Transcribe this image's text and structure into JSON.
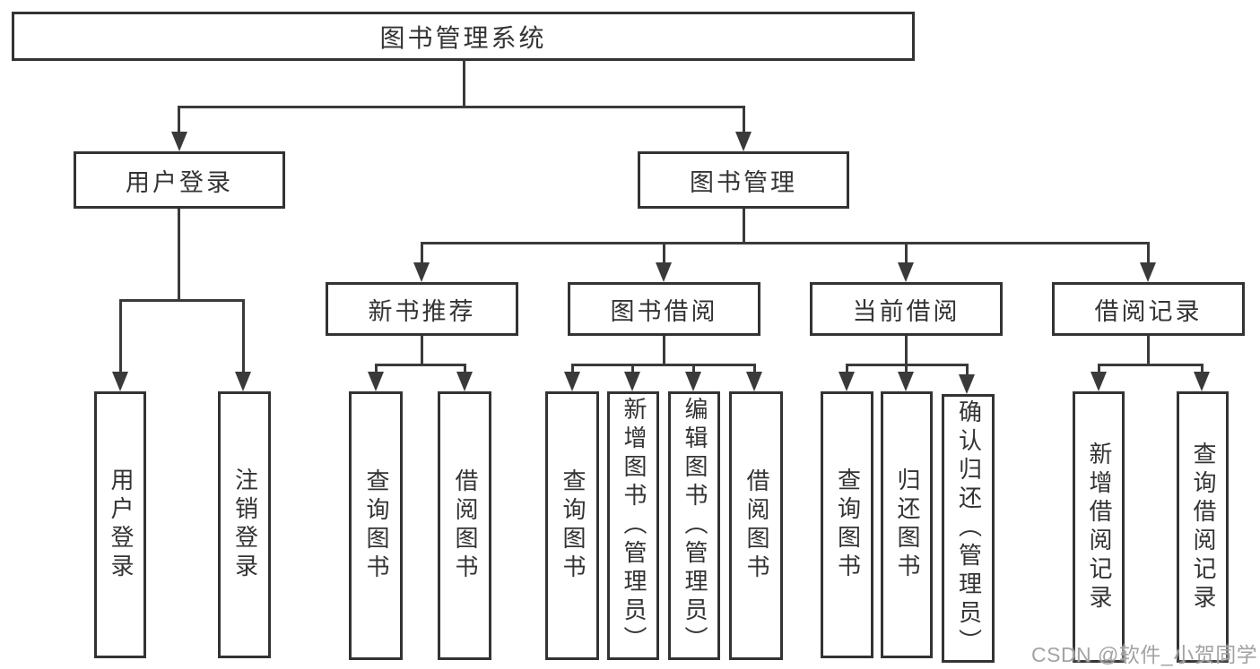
{
  "diagram": {
    "root": "图书管理系统",
    "branches": [
      {
        "label": "用户登录",
        "children": [
          "用户登录",
          "注销登录"
        ]
      },
      {
        "label": "图书管理",
        "modules": [
          {
            "label": "新书推荐",
            "children": [
              "查询图书",
              "借阅图书"
            ]
          },
          {
            "label": "图书借阅",
            "children": [
              "查询图书",
              "新增图书（管理员）",
              "编辑图书（管理员）",
              "借阅图书"
            ]
          },
          {
            "label": "当前借阅",
            "children": [
              "查询图书",
              "归还图书",
              "确认归还（管理员）"
            ]
          },
          {
            "label": "借阅记录",
            "children": [
              "新增借阅记录",
              "查询借阅记录"
            ]
          }
        ]
      }
    ]
  },
  "watermark": "CSDN @软件_小贺同学",
  "colors": {
    "background": "#ffffff",
    "box_border": "#333333",
    "line": "#3a3a3a",
    "text": "#333333",
    "watermark": "#a3a3a3"
  }
}
